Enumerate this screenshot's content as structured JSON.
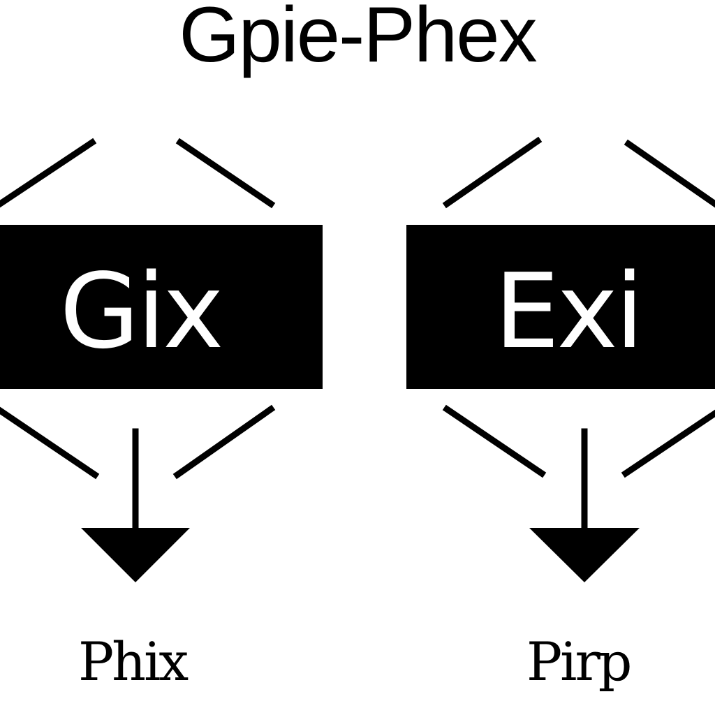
{
  "title": "Gpie-Phex",
  "boxes": {
    "left": {
      "label": "Gix"
    },
    "right": {
      "label": "Exi"
    }
  },
  "outputs": {
    "left": {
      "label": "Phix"
    },
    "right": {
      "label": "Pirp"
    }
  },
  "colors": {
    "background": "#ffffff",
    "foreground": "#000000",
    "box_text": "#ffffff"
  }
}
